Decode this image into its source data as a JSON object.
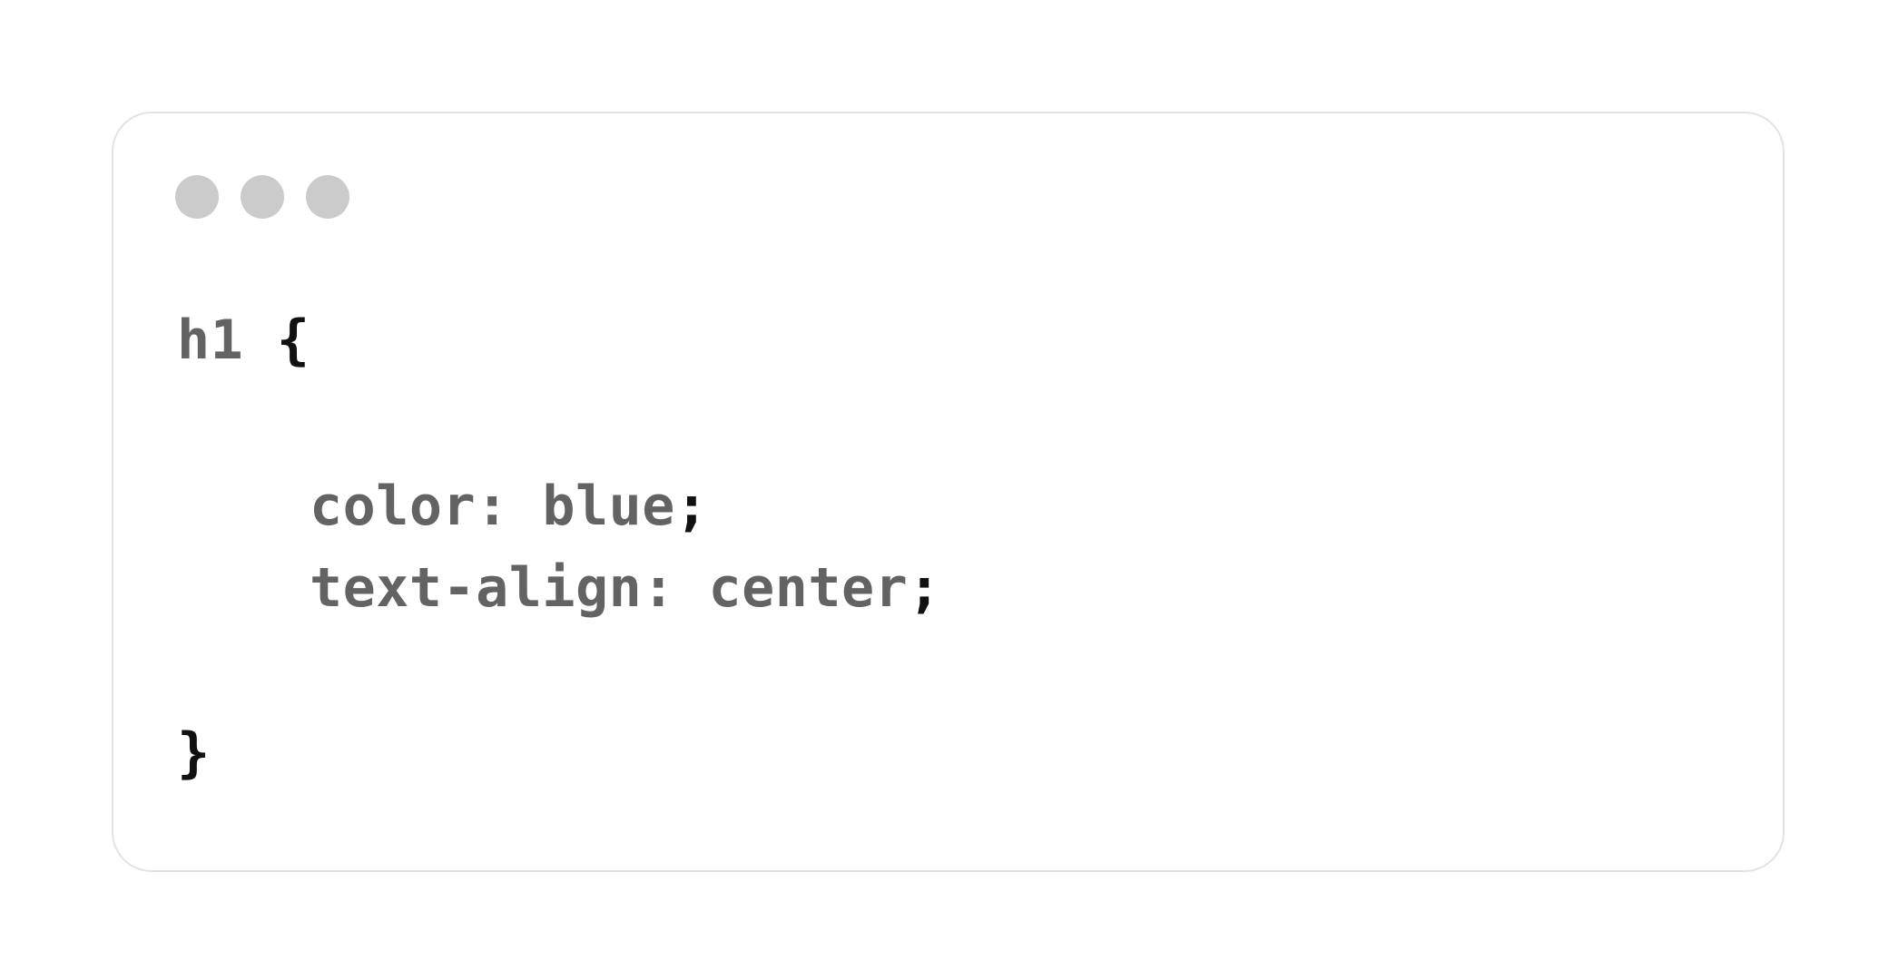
{
  "window": {
    "dots": [
      {
        "color": "#cbcbcb"
      },
      {
        "color": "#cbcbcb"
      },
      {
        "color": "#cbcbcb"
      }
    ]
  },
  "code": {
    "selector": "h1",
    "open_brace": "{",
    "declarations": [
      {
        "property": "color",
        "colon": ":",
        "value": "blue",
        "semicolon": ";"
      },
      {
        "property": "text-align",
        "colon": ":",
        "value": "center",
        "semicolon": ";"
      }
    ],
    "close_brace": "}"
  },
  "colors": {
    "code_text": "#636363",
    "punctuation": "#111111",
    "border": "#e3e3e3"
  }
}
